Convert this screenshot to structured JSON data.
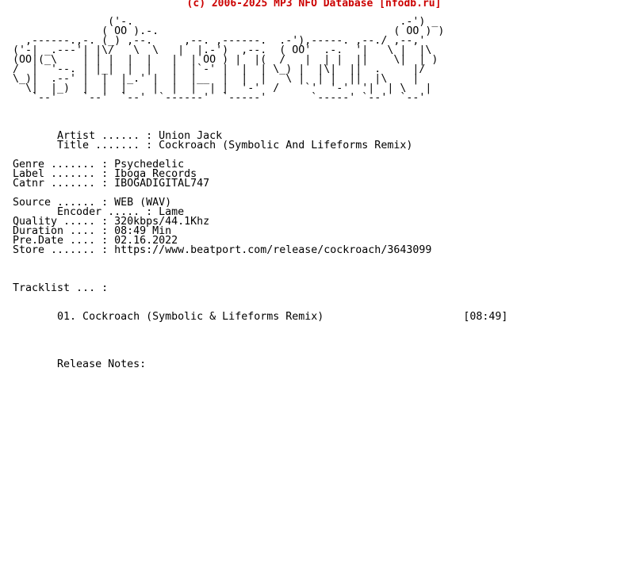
{
  "header": {
    "text": "(c) 2006-2025 MP3 NFO Database [nfodb.ru]"
  },
  "logo_lines": [
    "               ('-.                                          .-') _ ",
    "              ( OO ).-.                                     ( OO ) )",
    "  ,------.,-. (_) ,--.     ,--. ,------.  .-'),-----. ,--./ ,--,'",
    "('-| _.---'| |\\/   \\  \\   |  |.-')  ,--.  ( OO'  .-.  '|   \\ |  |\\",
    "(OO|(_\\    | | |  |  |   |  | OO ) |  |(  /   |  | |  ||    \\|  | )",
    "/  |  '--. | |_|  |  |   |  |`-' |  |  | \\_) |  |\\|  ||  .     |/ ",
    "\\_)|  .--' |  |  |_.' |  |  |__  |  |  |   \\ |  | |  ||  |\\    |  ",
    "  \\|  |_)  |  |  |    |  |  |  | |  '-'  /    `'  '-'  '|  | \\   |  ",
    "   `--'    `--'  `--'  `------'  `-----'       `-----' `--'  `--'  "
  ],
  "release": {
    "artist_line": "       Artist ...... : Union Jack",
    "title_line": "       Title ....... : Cockroach (Symbolic And Lifeforms Remix)",
    "genre_line": "Genre ....... : Psychedelic",
    "label_line": "Label ....... : Iboga Records",
    "catnr_line": "Catnr ....... : IBOGADIGITAL747",
    "source_line": "Source ...... : WEB (WAV)",
    "encoder_line": "       Encoder ..... : Lame",
    "quality_line": "Quality ..... : 320kbps/44.1Khz",
    "duration_line": "Duration .... : 08:49 Min",
    "predate_line": "Pre.Date .... : 02.16.2022",
    "store_line": "Store ....... : https://www.beatport.com/release/cockroach/3643099"
  },
  "tracklist": {
    "heading": "Tracklist ... :",
    "tracks": [
      {
        "line": "       01. Cockroach (Symbolic & Lifeforms Remix)                      [08:49]"
      }
    ]
  },
  "notes": {
    "heading": "       Release Notes:"
  }
}
